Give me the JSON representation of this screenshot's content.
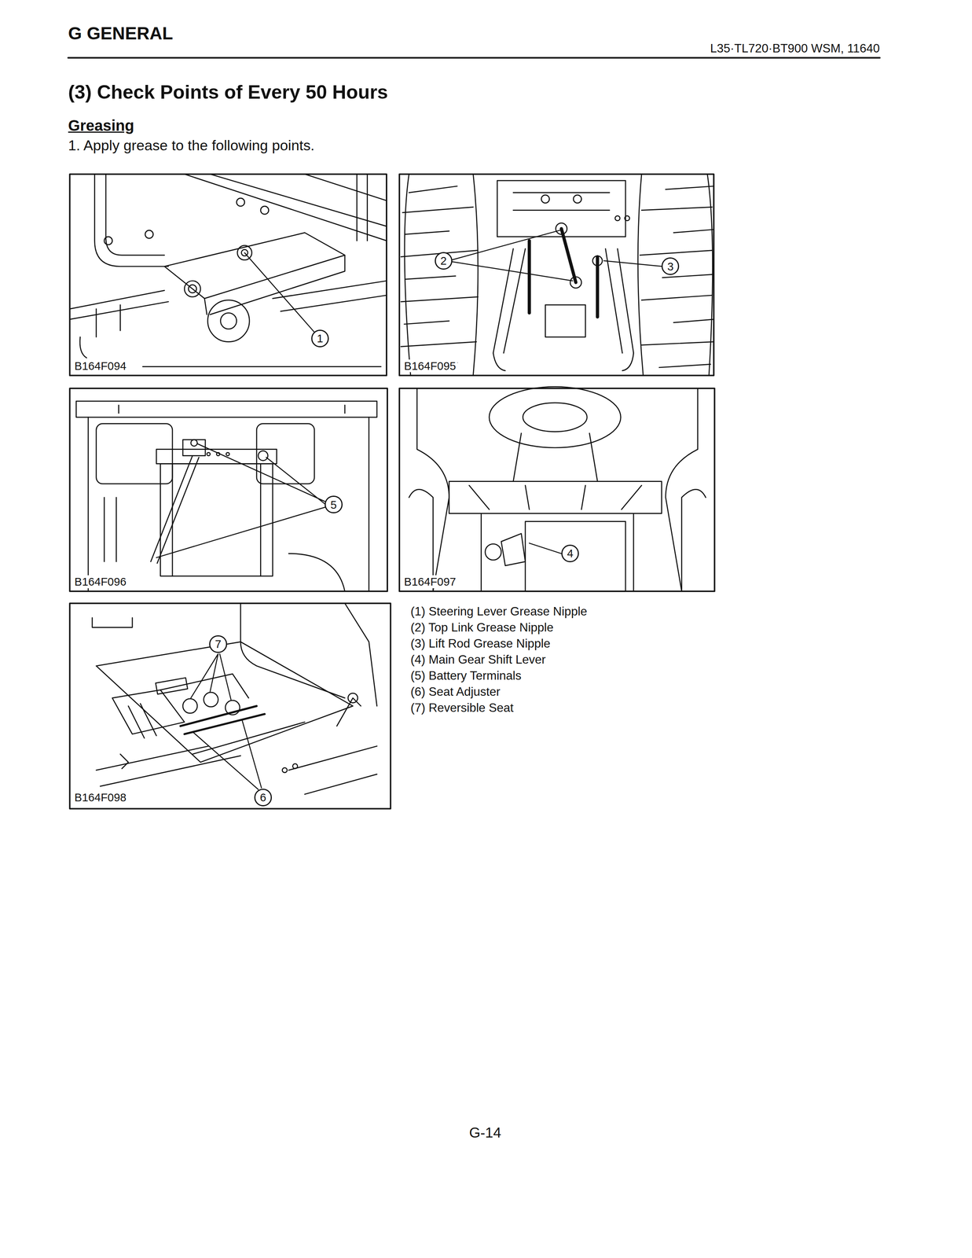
{
  "diagram": {
    "title": "(3) Check Points of Every 50 Hours",
    "labels": [
      "G GENERAL",
      "L35·TL720·BT900 WSM, 11640",
      "Greasing",
      "1. Apply grease to the following points.",
      "1",
      "B164F094",
      "2",
      "3",
      "B164F095",
      "5",
      "B164F096",
      "4",
      "B164F097",
      "7",
      "6",
      "B164F098",
      "(1) Steering Lever Grease Nipple",
      "(2) Top Link Grease Nipple",
      "(3) Lift Rod Grease Nipple",
      "(4) Main Gear Shift Lever",
      "(5) Battery Terminals",
      "(6) Seat Adjuster",
      "(7) Reversible Seat",
      "G-14"
    ]
  }
}
